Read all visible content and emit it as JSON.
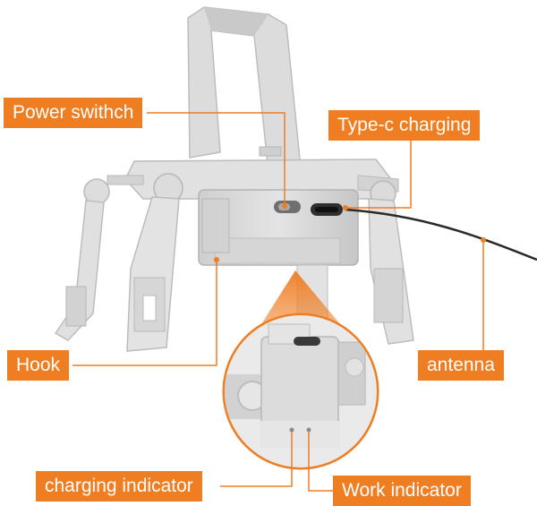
{
  "callouts": {
    "power_switch": "Power swithch",
    "type_c": "Type-c charging",
    "hook": "Hook",
    "antenna": "antenna",
    "charging_indicator": "charging indicator",
    "work_indicator": "Work indicator"
  },
  "colors": {
    "accent": "#ef7d22",
    "device_body": "#d9d9d9",
    "device_shadow": "#b9b9b9",
    "cable": "#2a2a2a"
  }
}
